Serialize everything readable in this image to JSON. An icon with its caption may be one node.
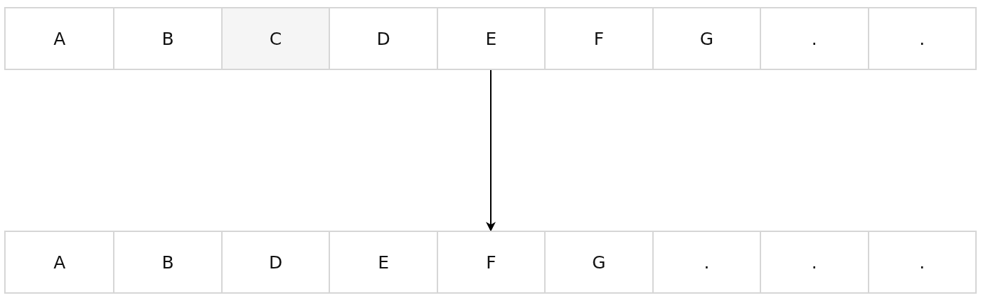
{
  "diagram": {
    "nodes": [
      {
        "text": [],
        "shape": "box"
      },
      {
        "text": [
          "A"
        ],
        "in": 0
      },
      {
        "text": [
          "B"
        ],
        "in": 0
      },
      {
        "text": [
          "C"
        ],
        "in": 0
      },
      {
        "text": [
          "D"
        ],
        "in": 0
      },
      {
        "text": [
          "E"
        ],
        "in": 0
      },
      {
        "text": [
          "F"
        ],
        "in": 0
      },
      {
        "text": [
          "G"
        ],
        "in": 0
      },
      {
        "text": [
          "."
        ],
        "in": 0
      },
      {
        "text": [
          "."
        ],
        "in": 0
      },
      {
        "text": [],
        "shape": "box"
      },
      {
        "text": [
          "A"
        ],
        "in": 10
      },
      {
        "text": [
          "B"
        ],
        "in": 10
      },
      {
        "text": [
          "D"
        ],
        "in": 10
      },
      {
        "text": [
          "E"
        ],
        "in": 10
      },
      {
        "text": [
          "F"
        ],
        "in": 10
      },
      {
        "text": [
          "G"
        ],
        "in": 10
      },
      {
        "text": [
          "."
        ],
        "in": 10
      },
      {
        "text": [
          "."
        ],
        "in": 10
      },
      {
        "text": [
          "."
        ],
        "in": 10
      }
    ],
    "edges": [
      {
        "from": 0,
        "to": 10,
        "arrow": "to"
      }
    ]
  }
}
